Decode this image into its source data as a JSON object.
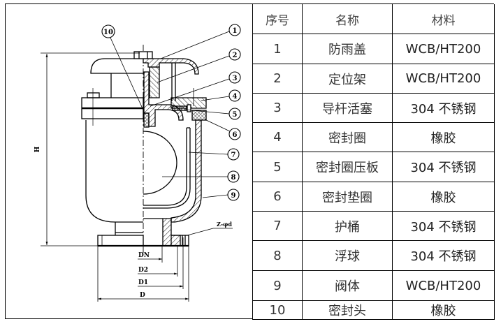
{
  "drawing": {
    "callouts": [
      {
        "label": "10"
      },
      {
        "label": "1"
      },
      {
        "label": "2"
      },
      {
        "label": "3"
      },
      {
        "label": "4"
      },
      {
        "label": "5"
      },
      {
        "label": "6"
      },
      {
        "label": "7"
      },
      {
        "label": "8"
      },
      {
        "label": "9"
      }
    ],
    "dimensions": {
      "height": "H",
      "dn": "DN",
      "d2": "D2",
      "d1": "D1",
      "d": "D",
      "bolt_holes": "Z-φd"
    }
  },
  "table": {
    "headers": {
      "no": "序号",
      "name": "名称",
      "material": "材料"
    },
    "rows": [
      {
        "no": "1",
        "name": "防雨盖",
        "material": "WCB/HT200"
      },
      {
        "no": "2",
        "name": "定位架",
        "material": "WCB/HT200"
      },
      {
        "no": "3",
        "name": "导杆活塞",
        "material": "304 不锈钢"
      },
      {
        "no": "4",
        "name": "密封圈",
        "material": "橡胶"
      },
      {
        "no": "5",
        "name": "密封圈压板",
        "material": "304 不锈钢"
      },
      {
        "no": "6",
        "name": "密封垫圈",
        "material": "橡胶"
      },
      {
        "no": "7",
        "name": "护桶",
        "material": "304 不锈钢"
      },
      {
        "no": "8",
        "name": "浮球",
        "material": "304 不锈钢"
      },
      {
        "no": "9",
        "name": "阀体",
        "material": "WCB/HT200"
      },
      {
        "no": "10",
        "name": "密封头",
        "material": "橡胶"
      }
    ]
  }
}
